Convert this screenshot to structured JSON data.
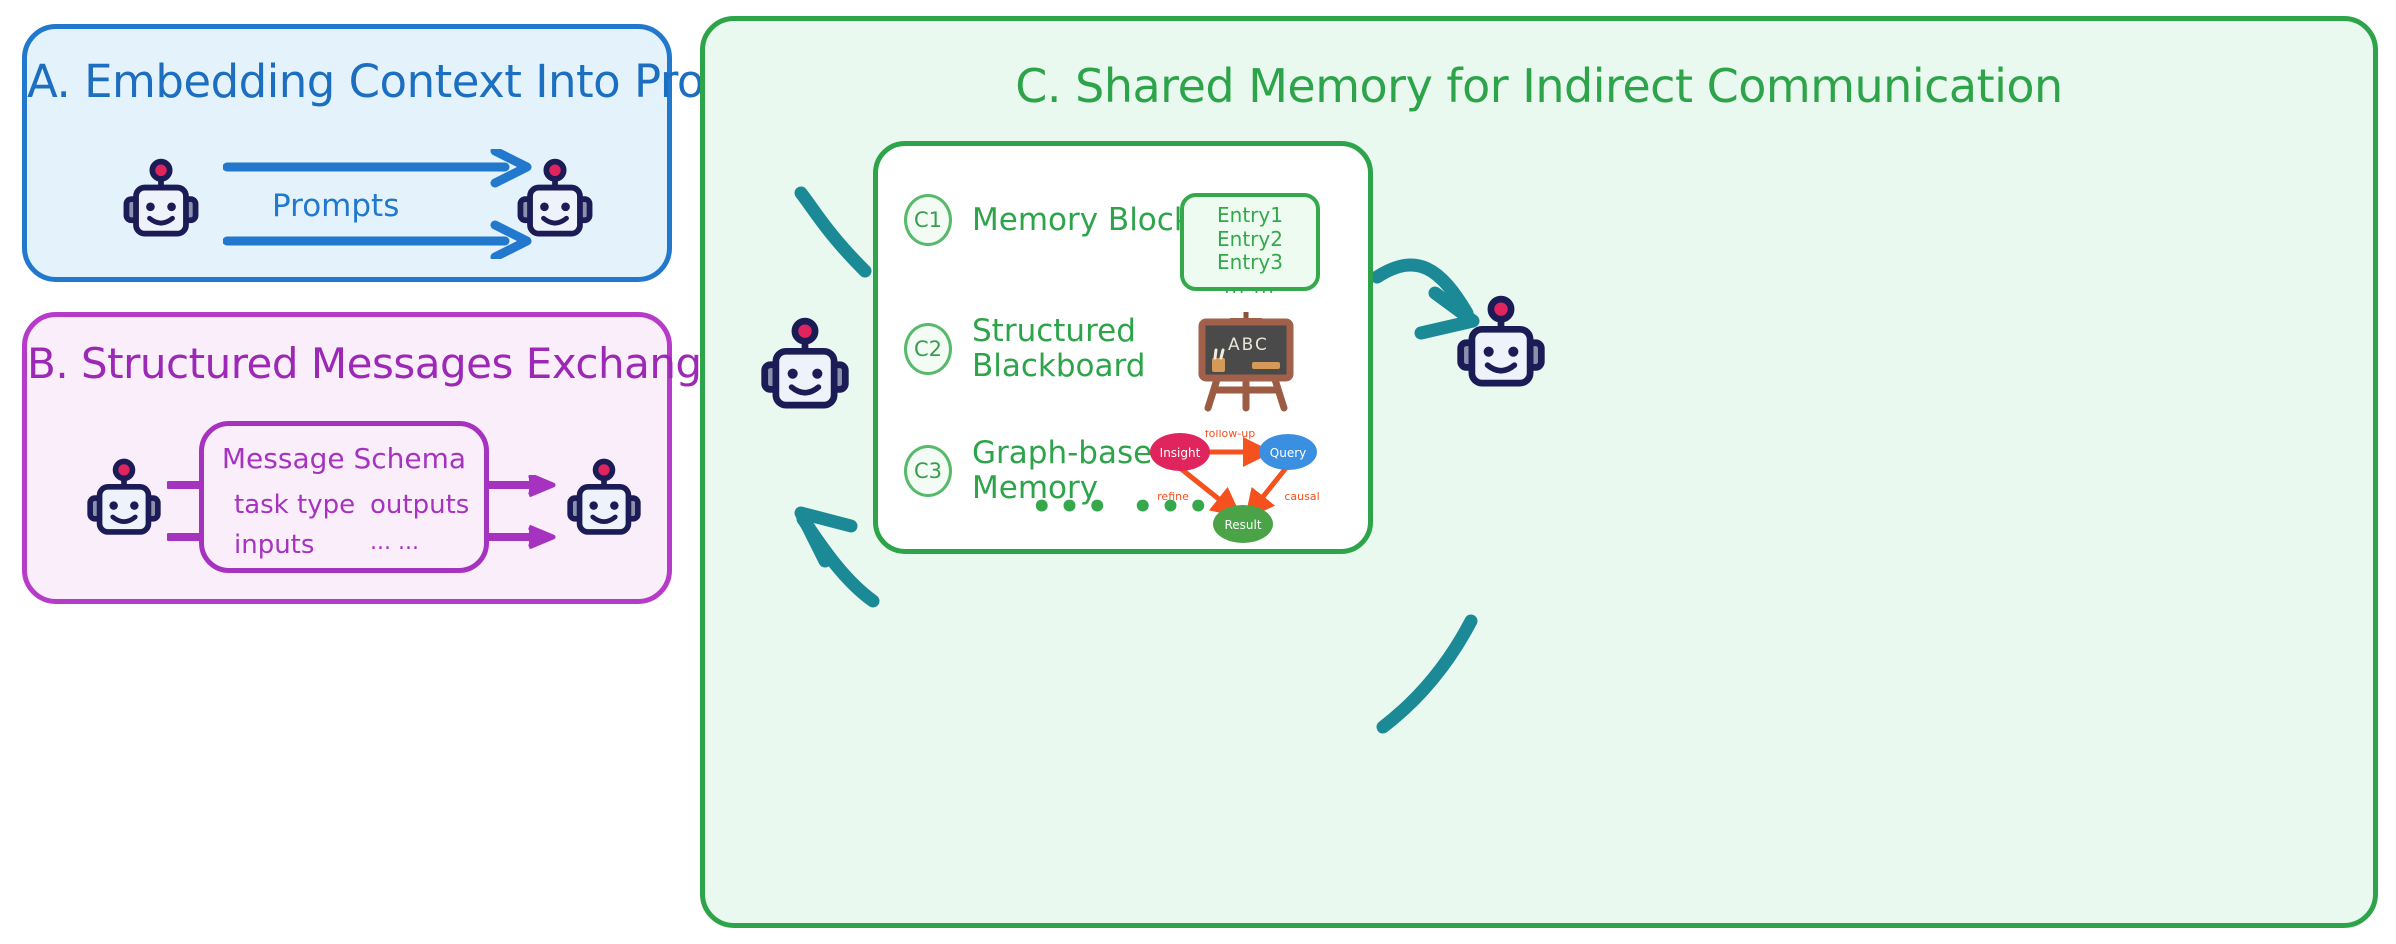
{
  "panels": {
    "a": {
      "title": "A. Embedding Context Into Prompts",
      "arrow_label": "Prompts",
      "left_agent": "robot-icon",
      "right_agent": "robot-icon",
      "arrow_color": "#2278cc",
      "border_color": "#2278cc",
      "background_color": "#e4f2fc"
    },
    "b": {
      "title": "B. Structured Messages Exchange",
      "schema": {
        "title": "Message Schema",
        "fields": [
          "task type",
          "outputs",
          "inputs",
          "... ..."
        ]
      },
      "left_agent": "robot-icon",
      "right_agent": "robot-icon",
      "arrow_color": "#a633bf",
      "border_color": "#b63bc9",
      "background_color": "#fbeefb"
    },
    "c": {
      "title": "C. Shared Memory for Indirect Communication",
      "border_color": "#2ea44a",
      "background_color": "#e9f9ef",
      "arrow_color": "#1b8a96",
      "left_agent": "robot-icon",
      "right_agent": "robot-icon",
      "rows": [
        {
          "badge": "C1",
          "label": "Memory Blocks"
        },
        {
          "badge": "C2",
          "label_line1": "Structured",
          "label_line2": "Blackboard"
        },
        {
          "badge": "C3",
          "label_line1": "Graph-based",
          "label_line2": "Memory"
        }
      ],
      "entries_box": {
        "lines": [
          "Entry1",
          "Entry2",
          "Entry3"
        ],
        "more": "... ..."
      },
      "blackboard": {
        "text": "ABC"
      },
      "graph": {
        "nodes": [
          {
            "id": "insight",
            "label": "Insight",
            "color": "#e0245e"
          },
          {
            "id": "query",
            "label": "Query",
            "color": "#3b8fe0"
          },
          {
            "id": "result",
            "label": "Result",
            "color": "#4aa447"
          }
        ],
        "edges": [
          {
            "from": "insight",
            "to": "query",
            "label": "follow-up"
          },
          {
            "from": "insight",
            "to": "result",
            "label": "refine"
          },
          {
            "from": "query",
            "to": "result",
            "label": "causal"
          }
        ],
        "edge_color": "#f4511e"
      },
      "ellipsis": "•••  •••"
    }
  }
}
